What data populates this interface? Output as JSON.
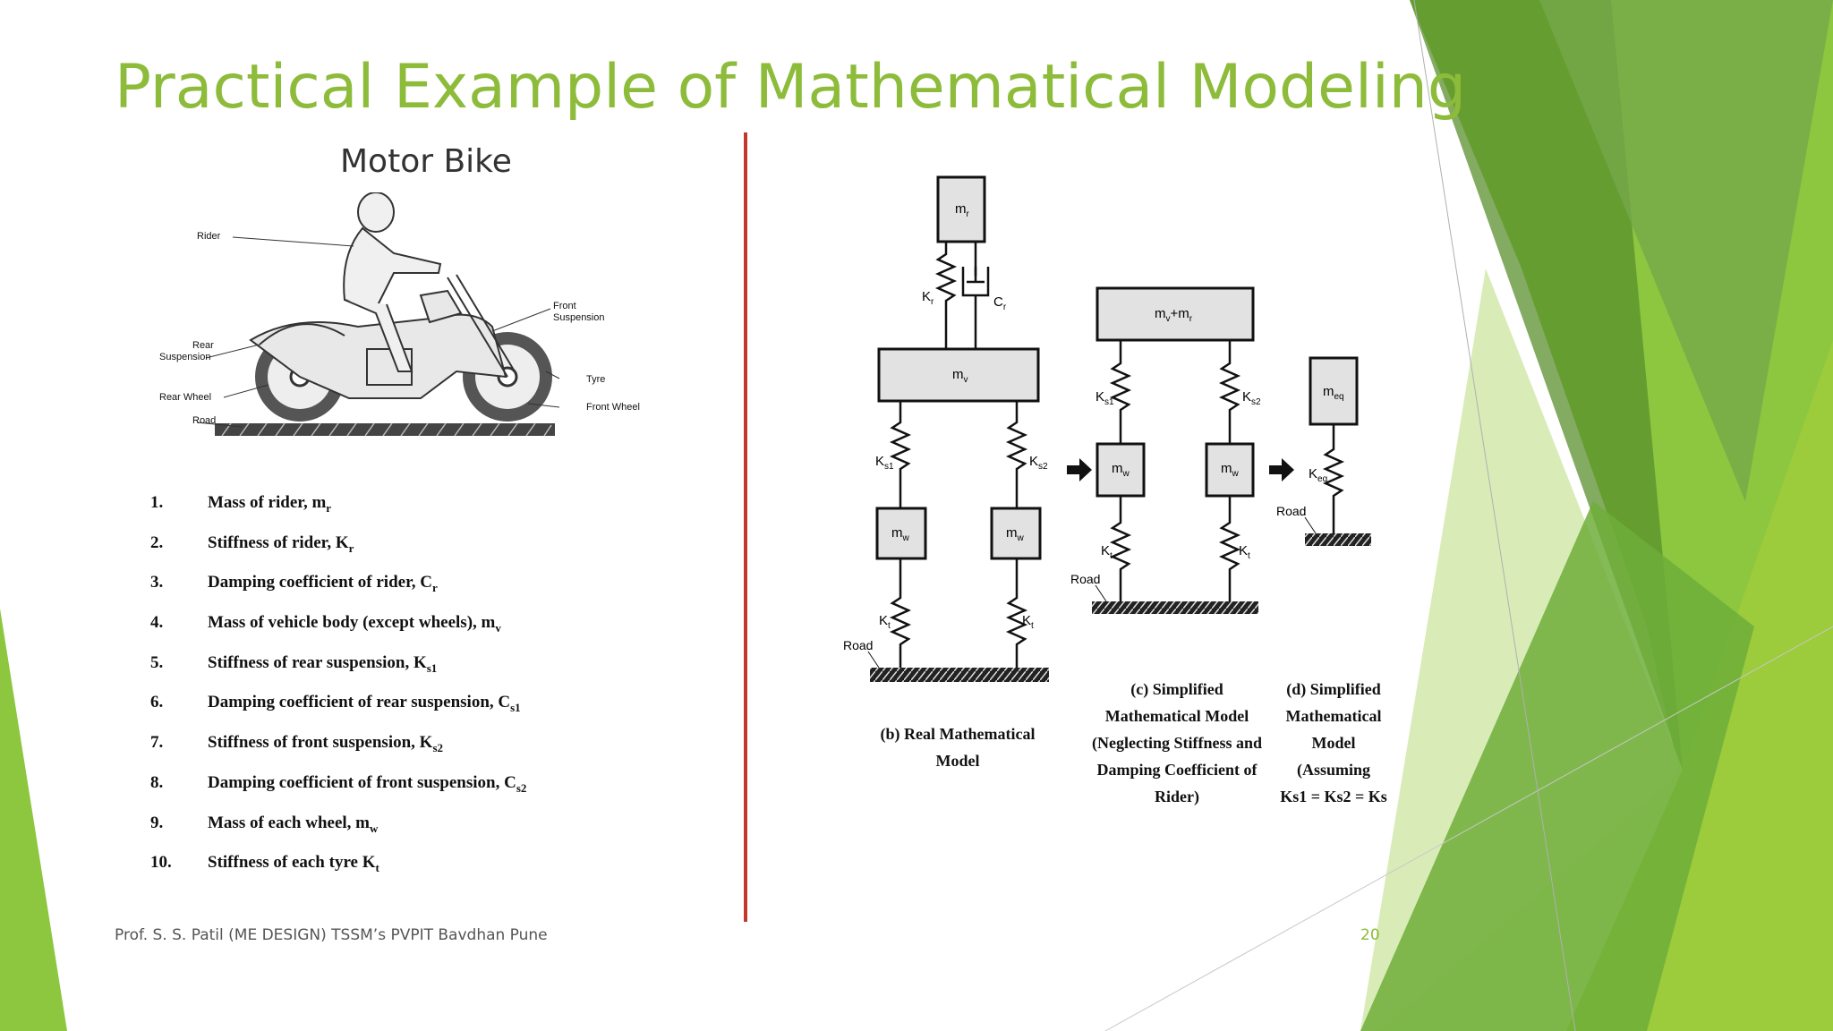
{
  "slide": {
    "title": "Practical Example of Mathematical Modeling",
    "subtitle": "Motor Bike",
    "footer": "Prof. S. S. Patil (ME DESIGN) TSSM’s PVPIT Bavdhan Pune",
    "page_number": "20",
    "accent_color": "#8dbb3a",
    "divider_color": "#c0392b"
  },
  "bike_labels": {
    "rider": "Rider",
    "front_suspension_1": "Front",
    "front_suspension_2": "Suspension",
    "rear_suspension_1": "Rear",
    "rear_suspension_2": "Suspension",
    "rear_wheel": "Rear Wheel",
    "road": "Road",
    "tyre": "Tyre",
    "front_wheel": "Front Wheel"
  },
  "parameters": [
    {
      "num": "1.",
      "text": "Mass of rider, m",
      "sub": "r"
    },
    {
      "num": "2.",
      "text": "Stiffness of rider, K",
      "sub": "r"
    },
    {
      "num": "3.",
      "text": "Damping coefficient of rider, C",
      "sub": "r"
    },
    {
      "num": "4.",
      "text": "Mass of vehicle body (except wheels), m",
      "sub": "v"
    },
    {
      "num": "5.",
      "text": "Stiffness of rear suspension, K",
      "sub": "s1"
    },
    {
      "num": "6.",
      "text": "Damping coefficient of rear suspension, C",
      "sub": "s1"
    },
    {
      "num": "7.",
      "text": "Stiffness of front suspension, K",
      "sub": "s2"
    },
    {
      "num": "8.",
      "text": "Damping coefficient of front suspension, C",
      "sub": "s2"
    },
    {
      "num": "9.",
      "text": "Mass of each wheel, m",
      "sub": "w"
    },
    {
      "num": "10.",
      "text": "Stiffness of each tyre K",
      "sub": "t"
    }
  ],
  "model_b": {
    "mass_rider": "m",
    "mass_rider_sub": "r",
    "k_rider": "K",
    "k_rider_sub": "r",
    "c_rider": "C",
    "c_rider_sub": "r",
    "mass_body": "m",
    "mass_body_sub": "v",
    "k_s1": "K",
    "k_s1_sub": "s1",
    "k_s2": "K",
    "k_s2_sub": "s2",
    "mass_wheel": "m",
    "mass_wheel_sub": "w",
    "k_t": "K",
    "k_t_sub": "t",
    "road": "Road",
    "caption": "(b) Real Mathematical Model"
  },
  "model_c": {
    "mass_combined": "m",
    "mass_combined_sub1": "v",
    "mass_combined_plus": "+m",
    "mass_combined_sub2": "r",
    "k_s1": "K",
    "k_s1_sub": "s1",
    "k_s2": "K",
    "k_s2_sub": "s2",
    "mass_wheel": "m",
    "mass_wheel_sub": "w",
    "k_t": "K",
    "k_t_sub": "t",
    "road": "Road",
    "caption_lines": [
      "(c) Simplified",
      "Mathematical Model",
      "(Neglecting Stiffness and",
      "Damping Coefficient of",
      "Rider)"
    ]
  },
  "model_d": {
    "mass_eq": "m",
    "mass_eq_sub": "eq",
    "k_eq": "K",
    "k_eq_sub": "eq",
    "road": "Road",
    "caption_lines": [
      "(d) Simplified",
      "Mathematical Model",
      "(Assuming",
      "Ks1 = Ks2 = Ks"
    ]
  }
}
